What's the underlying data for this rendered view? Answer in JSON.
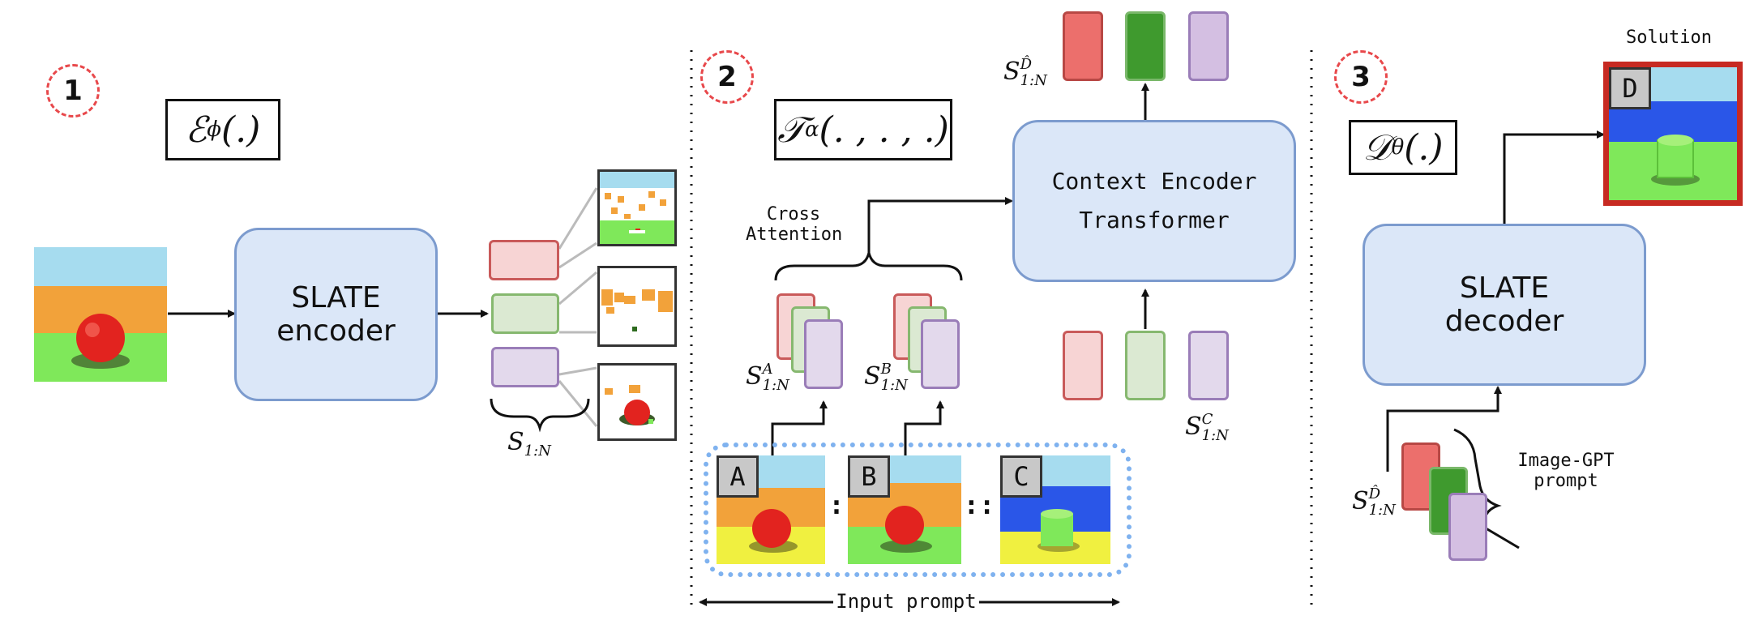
{
  "sections": {
    "encode": {
      "number": "1",
      "function": "ℰ",
      "fn_sub": "ϕ",
      "fn_args": "(.)"
    },
    "analogy": {
      "number": "2",
      "function": "𝒯",
      "fn_sub": "α",
      "fn_args": "(. , . , .)"
    },
    "decode": {
      "number": "3",
      "function": "𝒟",
      "fn_sub": "θ",
      "fn_args": "(.)"
    }
  },
  "encoder": {
    "line1": "SLATE",
    "line2": "encoder"
  },
  "decoder": {
    "line1": "SLATE",
    "line2": "decoder"
  },
  "context_encoder": {
    "line1": "Context Encoder",
    "line2": "Transformer"
  },
  "labels": {
    "cross_attention_1": "Cross",
    "cross_attention_2": "Attention",
    "input_prompt": "Input prompt",
    "solution": "Solution",
    "image_gpt_1": "Image-GPT",
    "image_gpt_2": "prompt",
    "colon_single": ":",
    "colon_double": "::"
  },
  "slots": {
    "s_main": {
      "base": "S",
      "sub": "1:N",
      "sup": ""
    },
    "s_a": {
      "base": "S",
      "sub": "1:N",
      "sup": "A"
    },
    "s_b": {
      "base": "S",
      "sub": "1:N",
      "sup": "B"
    },
    "s_c": {
      "base": "S",
      "sub": "1:N",
      "sup": "C"
    },
    "s_d_top": {
      "base": "S",
      "sub": "1:N",
      "sup": "D̂"
    },
    "s_d_bottom": {
      "base": "S",
      "sub": "1:N",
      "sup": "D̂"
    }
  },
  "images": {
    "a": {
      "tag": "A"
    },
    "b": {
      "tag": "B"
    },
    "c": {
      "tag": "C"
    },
    "d": {
      "tag": "D"
    }
  },
  "colors": {
    "box_fill": "#dbe7f8",
    "box_border": "#7c9bce",
    "badge": "#e8484b",
    "prompt_border": "#7fb2ef",
    "solution_border": "#c72a22"
  }
}
